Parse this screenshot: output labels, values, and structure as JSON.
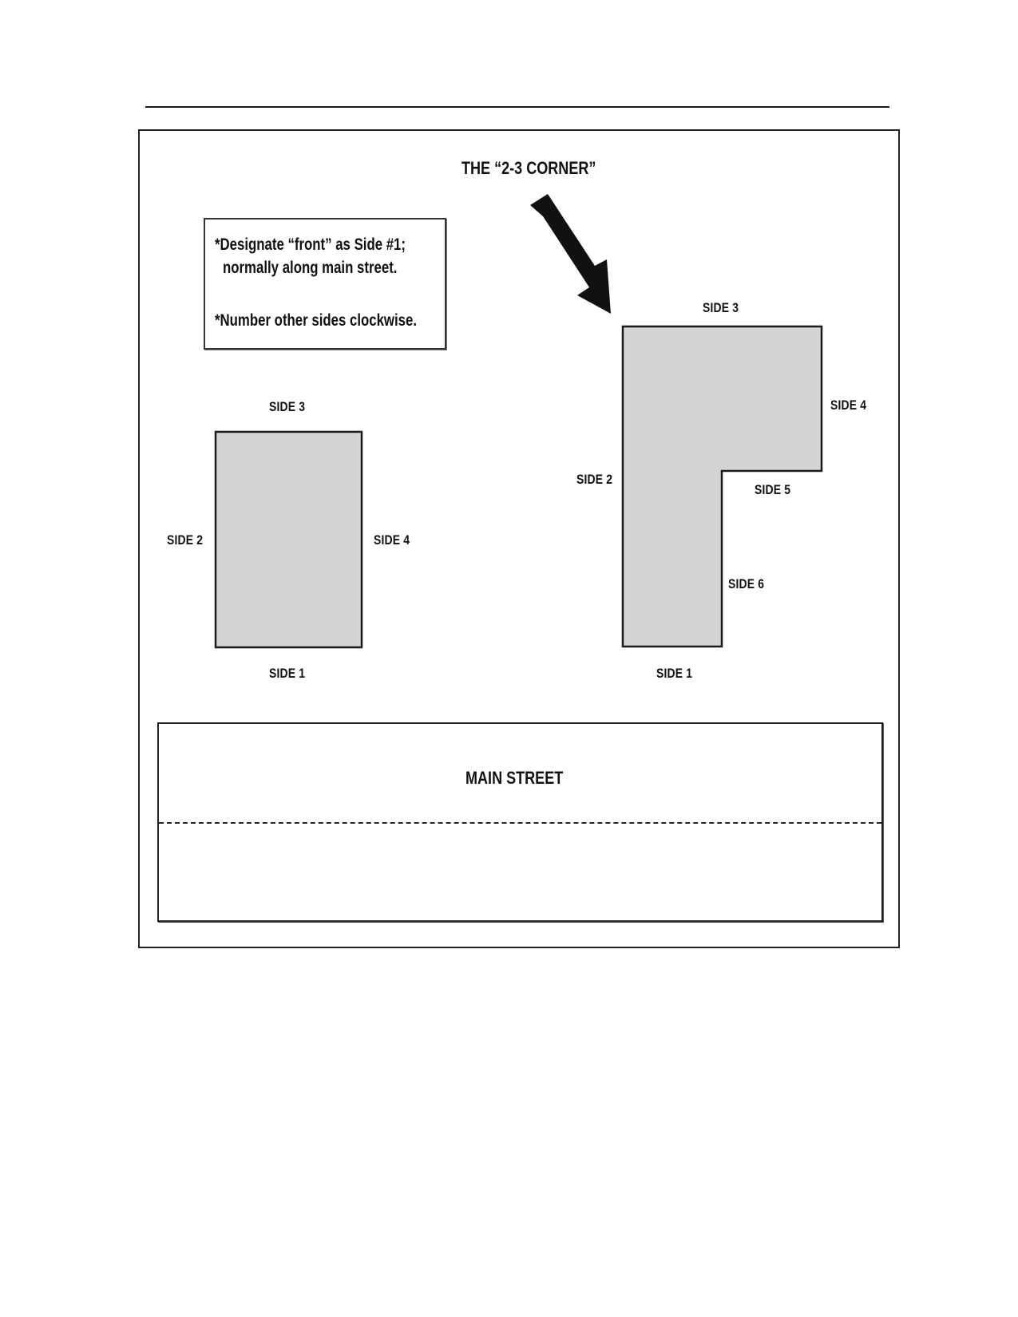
{
  "diagram": {
    "corner_title": "THE “2-3 CORNER”",
    "note": {
      "line1": "*Designate “front” as Side #1;",
      "line2": "normally along main street.",
      "line3": "*Number other sides clockwise."
    },
    "rectangle_building": {
      "side1": "SIDE 1",
      "side2": "SIDE 2",
      "side3": "SIDE 3",
      "side4": "SIDE 4"
    },
    "l_building": {
      "side1": "SIDE 1",
      "side2": "SIDE 2",
      "side3": "SIDE 3",
      "side4": "SIDE 4",
      "side5": "SIDE 5",
      "side6": "SIDE 6"
    },
    "street": {
      "label": "MAIN STREET"
    },
    "colors": {
      "building_fill": "#d4d3d6",
      "outline": "#1a1a1a",
      "arrow": "#111111"
    }
  }
}
